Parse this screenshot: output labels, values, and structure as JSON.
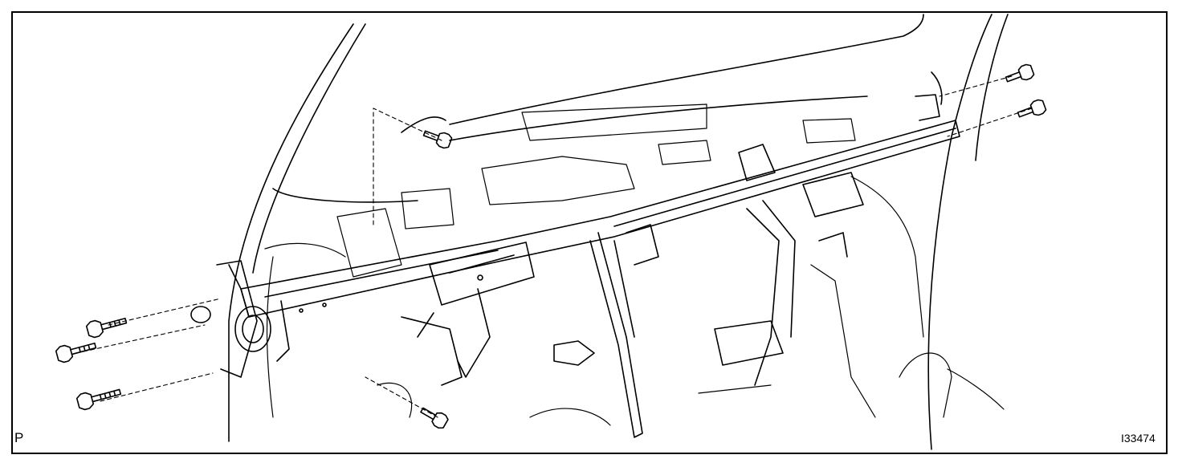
{
  "figure": {
    "corner_mark": "P",
    "figure_code": "I33474"
  },
  "colors": {
    "line": "#000000",
    "background": "#ffffff"
  },
  "parts": [
    {
      "id": "instrument-panel-reinforcement",
      "icon": "reinforcement-beam"
    },
    {
      "id": "bolt",
      "icon": "bolt-icon",
      "count": 7
    }
  ]
}
